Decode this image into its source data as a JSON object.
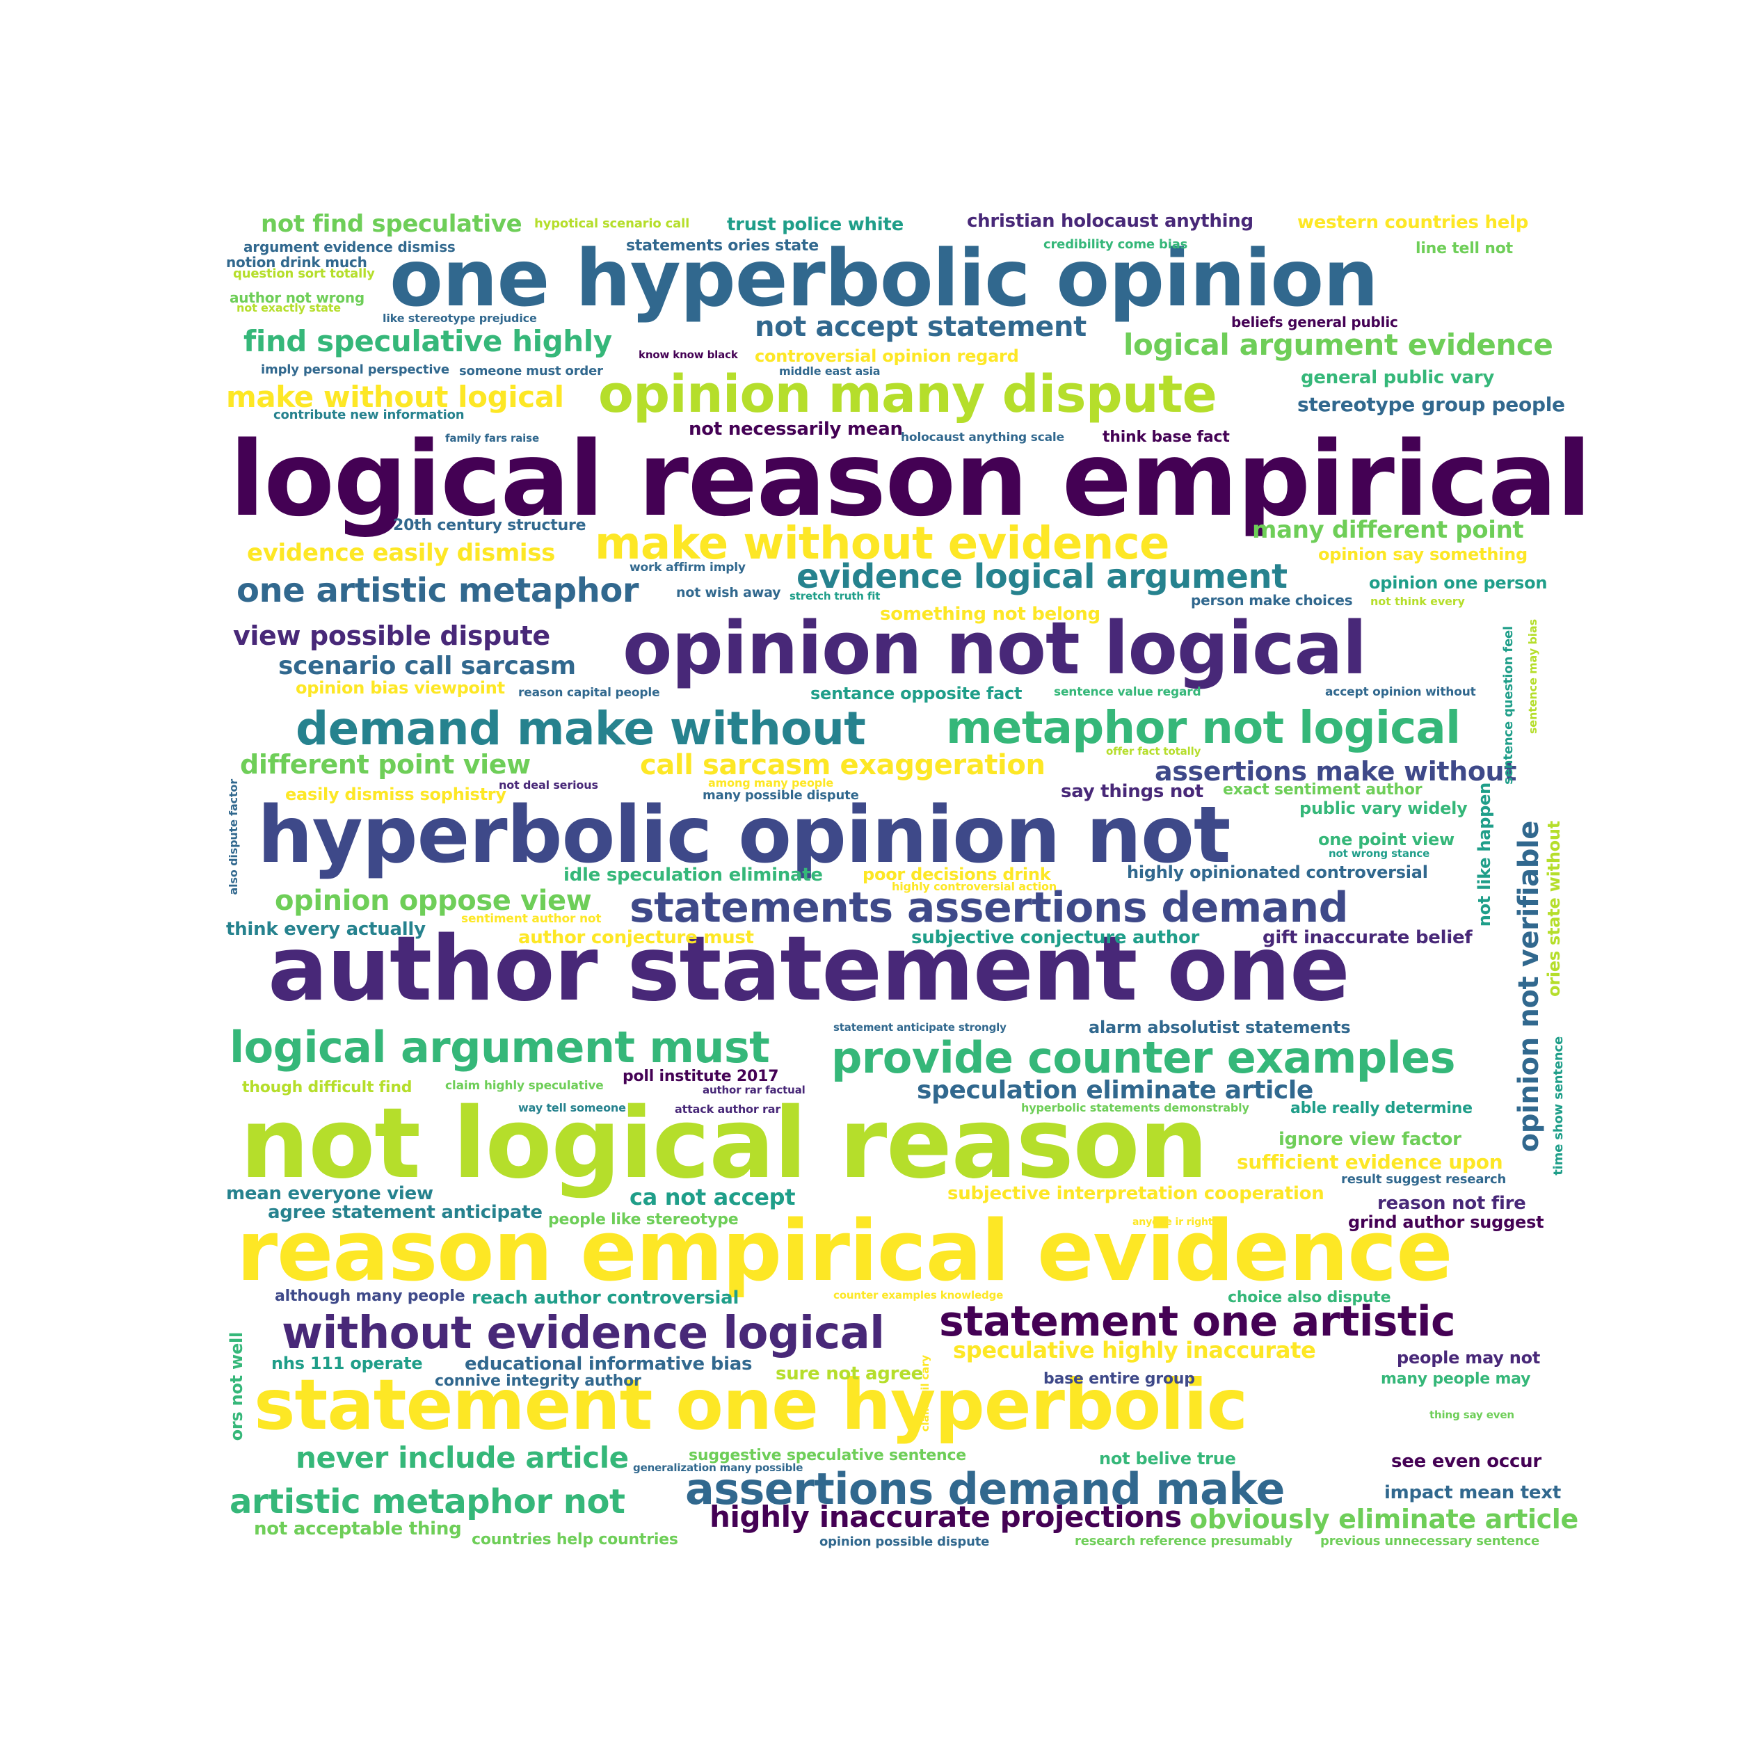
{
  "palette": {
    "c1": "#440154",
    "c2": "#482878",
    "c3": "#3e4989",
    "c4": "#31688e",
    "c5": "#26828e",
    "c6": "#1f9e89",
    "c7": "#35b779",
    "c8": "#6ece58",
    "c9": "#b5de2b",
    "c10": "#fde725"
  },
  "words": [
    {
      "text": "logical reason empirical",
      "color": "c1"
    },
    {
      "text": "one hyperbolic opinion",
      "color": "c4"
    },
    {
      "text": "author statement one",
      "color": "c2"
    },
    {
      "text": "not logical reason",
      "color": "c9"
    },
    {
      "text": "reason empirical evidence",
      "color": "c10"
    },
    {
      "text": "hyperbolic opinion not",
      "color": "c3"
    },
    {
      "text": "statement one hyperbolic",
      "color": "c10"
    },
    {
      "text": "opinion not logical",
      "color": "c2"
    },
    {
      "text": "opinion many dispute",
      "color": "c9"
    },
    {
      "text": "make without evidence",
      "color": "c10"
    },
    {
      "text": "without evidence logical",
      "color": "c2"
    },
    {
      "text": "statement one artistic",
      "color": "c1"
    },
    {
      "text": "demand make without",
      "color": "c5"
    },
    {
      "text": "metaphor not logical",
      "color": "c7"
    },
    {
      "text": "assertions demand make",
      "color": "c4"
    },
    {
      "text": "statements assertions demand",
      "color": "c3"
    },
    {
      "text": "provide counter examples",
      "color": "c7"
    },
    {
      "text": "logical argument must",
      "color": "c7"
    },
    {
      "text": "artistic metaphor not",
      "color": "c7"
    },
    {
      "text": "evidence logical argument",
      "color": "c5"
    },
    {
      "text": "one artistic metaphor",
      "color": "c4"
    },
    {
      "text": "logical argument evidence",
      "color": "c8"
    },
    {
      "text": "opinion not verifiable",
      "color": "c4"
    },
    {
      "text": "not accept statement",
      "color": "c4"
    },
    {
      "text": "find speculative highly",
      "color": "c7"
    },
    {
      "text": "make without logical",
      "color": "c10"
    },
    {
      "text": "highly inaccurate projections",
      "color": "c1"
    },
    {
      "text": "never include article",
      "color": "c7"
    },
    {
      "text": "obviously eliminate article",
      "color": "c8"
    },
    {
      "text": "not find speculative",
      "color": "c8"
    },
    {
      "text": "view possible dispute",
      "color": "c2"
    },
    {
      "text": "scenario call sarcasm",
      "color": "c4"
    },
    {
      "text": "different point view",
      "color": "c8"
    },
    {
      "text": "call sarcasm exaggeration",
      "color": "c10"
    },
    {
      "text": "assertions make without",
      "color": "c3"
    },
    {
      "text": "opinion oppose view",
      "color": "c8"
    },
    {
      "text": "speculation eliminate article",
      "color": "c4"
    },
    {
      "text": "many different point",
      "color": "c8"
    },
    {
      "text": "speculative highly inaccurate",
      "color": "c10"
    },
    {
      "text": "evidence easily dismiss",
      "color": "c10"
    },
    {
      "text": "ca not accept",
      "color": "c6"
    },
    {
      "text": "christian holocaust anything",
      "color": "c2"
    },
    {
      "text": "trust police white",
      "color": "c6"
    },
    {
      "text": "western countries help",
      "color": "c10"
    },
    {
      "text": "controversial opinion regard",
      "color": "c10"
    },
    {
      "text": "general public vary",
      "color": "c7"
    },
    {
      "text": "stereotype group people",
      "color": "c4"
    },
    {
      "text": "not necessarily mean",
      "color": "c1"
    },
    {
      "text": "think base fact",
      "color": "c1"
    },
    {
      "text": "opinion one person",
      "color": "c6"
    },
    {
      "text": "opinion say something",
      "color": "c10"
    },
    {
      "text": "something not belong",
      "color": "c10"
    },
    {
      "text": "sentance opposite fact",
      "color": "c6"
    },
    {
      "text": "opinion bias viewpoint",
      "color": "c10"
    },
    {
      "text": "say things not",
      "color": "c2"
    },
    {
      "text": "exact sentiment author",
      "color": "c8"
    },
    {
      "text": "public vary widely",
      "color": "c7"
    },
    {
      "text": "one point view",
      "color": "c7"
    },
    {
      "text": "easily dismiss sophistry",
      "color": "c10"
    },
    {
      "text": "idle speculation eliminate",
      "color": "c7"
    },
    {
      "text": "poor decisions drink",
      "color": "c10"
    },
    {
      "text": "highly opinionated controversial",
      "color": "c4"
    },
    {
      "text": "think every actually",
      "color": "c5"
    },
    {
      "text": "author conjecture must",
      "color": "c10"
    },
    {
      "text": "subjective conjecture author",
      "color": "c6"
    },
    {
      "text": "gift inaccurate belief",
      "color": "c2"
    },
    {
      "text": "alarm absolutist statements",
      "color": "c4"
    },
    {
      "text": "though difficult find",
      "color": "c9"
    },
    {
      "text": "poll institute 2017",
      "color": "c1"
    },
    {
      "text": "able really determine",
      "color": "c6"
    },
    {
      "text": "ignore view factor",
      "color": "c8"
    },
    {
      "text": "sufficient evidence upon",
      "color": "c10"
    },
    {
      "text": "mean everyone view",
      "color": "c5"
    },
    {
      "text": "agree statement anticipate",
      "color": "c5"
    },
    {
      "text": "people like stereotype",
      "color": "c8"
    },
    {
      "text": "subjective interpretation cooperation",
      "color": "c10"
    },
    {
      "text": "reason not fire",
      "color": "c2"
    },
    {
      "text": "grind author suggest",
      "color": "c1"
    },
    {
      "text": "although many people",
      "color": "c3"
    },
    {
      "text": "reach author controversial",
      "color": "c6"
    },
    {
      "text": "choice also dispute",
      "color": "c7"
    },
    {
      "text": "nhs 111 operate",
      "color": "c6"
    },
    {
      "text": "educational informative bias",
      "color": "c4"
    },
    {
      "text": "connive integrity author",
      "color": "c4"
    },
    {
      "text": "sure not agree",
      "color": "c9"
    },
    {
      "text": "base entire group",
      "color": "c3"
    },
    {
      "text": "people may not",
      "color": "c2"
    },
    {
      "text": "many people may",
      "color": "c7"
    },
    {
      "text": "suggestive speculative sentence",
      "color": "c8"
    },
    {
      "text": "not belive true",
      "color": "c7"
    },
    {
      "text": "see even occur",
      "color": "c1"
    },
    {
      "text": "impact mean text",
      "color": "c4"
    },
    {
      "text": "not acceptable thing",
      "color": "c8"
    },
    {
      "text": "countries help countries",
      "color": "c8"
    },
    {
      "text": "20th century structure",
      "color": "c4"
    },
    {
      "text": "person make choices",
      "color": "c4"
    },
    {
      "text": "beliefs general public",
      "color": "c1"
    },
    {
      "text": "line tell not",
      "color": "c8"
    },
    {
      "text": "credibility come bias",
      "color": "c7"
    },
    {
      "text": "statements ories state",
      "color": "c4"
    },
    {
      "text": "argument evidence dismiss",
      "color": "c4"
    },
    {
      "text": "notion drink much",
      "color": "c4"
    },
    {
      "text": "question sort totally",
      "color": "c9"
    },
    {
      "text": "author not wrong",
      "color": "c8"
    },
    {
      "text": "not exactly state",
      "color": "c9"
    },
    {
      "text": "like stereotype prejudice",
      "color": "c4"
    },
    {
      "text": "hypotical scenario call",
      "color": "c9"
    },
    {
      "text": "imply personal perspective",
      "color": "c4"
    },
    {
      "text": "someone must order",
      "color": "c4"
    },
    {
      "text": "know know black",
      "color": "c1"
    },
    {
      "text": "middle east asia",
      "color": "c4"
    },
    {
      "text": "contribute new information",
      "color": "c5"
    },
    {
      "text": "family fars raise",
      "color": "c4"
    },
    {
      "text": "holocaust anything scale",
      "color": "c4"
    },
    {
      "text": "work affirm imply",
      "color": "c4"
    },
    {
      "text": "not wish away",
      "color": "c4"
    },
    {
      "text": "stretch truth fit",
      "color": "c6"
    },
    {
      "text": "not think every",
      "color": "c9"
    },
    {
      "text": "reason capital people",
      "color": "c4"
    },
    {
      "text": "sentence value regard",
      "color": "c7"
    },
    {
      "text": "accept opinion without",
      "color": "c4"
    },
    {
      "text": "offer fact totally",
      "color": "c9"
    },
    {
      "text": "not deal serious",
      "color": "c2"
    },
    {
      "text": "among many people",
      "color": "c10"
    },
    {
      "text": "many possible dispute",
      "color": "c4"
    },
    {
      "text": "not wrong stance",
      "color": "c6"
    },
    {
      "text": "highly controversial action",
      "color": "c10"
    },
    {
      "text": "sentiment author not",
      "color": "c10"
    },
    {
      "text": "statement anticipate strongly",
      "color": "c4"
    },
    {
      "text": "claim highly speculative",
      "color": "c8"
    },
    {
      "text": "author rar factual",
      "color": "c2"
    },
    {
      "text": "way tell someone",
      "color": "c5"
    },
    {
      "text": "attack author rar",
      "color": "c2"
    },
    {
      "text": "hyperbolic statements demonstrably",
      "color": "c8"
    },
    {
      "text": "result suggest research",
      "color": "c4"
    },
    {
      "text": "anyone ir right",
      "color": "c10"
    },
    {
      "text": "counter examples knowledge",
      "color": "c10"
    },
    {
      "text": "generalization many possible",
      "color": "c4"
    },
    {
      "text": "thing say even",
      "color": "c8"
    },
    {
      "text": "opinion possible dispute",
      "color": "c4"
    },
    {
      "text": "research reference presumably",
      "color": "c8"
    },
    {
      "text": "previous unnecessary sentence",
      "color": "c8"
    },
    {
      "text": "sentence question feel",
      "color": "c6"
    },
    {
      "text": "sentence may bias",
      "color": "c9"
    },
    {
      "text": "not like happen",
      "color": "c6"
    },
    {
      "text": "ories state without",
      "color": "c9"
    },
    {
      "text": "time show sentence",
      "color": "c6"
    },
    {
      "text": "also dispute factor",
      "color": "c4"
    },
    {
      "text": "ors not well",
      "color": "c7"
    },
    {
      "text": "claim oil cary",
      "color": "c10"
    }
  ]
}
